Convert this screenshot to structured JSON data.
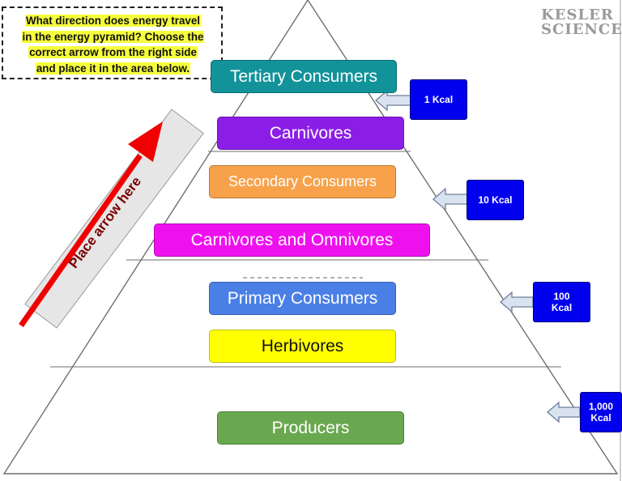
{
  "instruction": {
    "line1": "What direction does energy travel",
    "line2": "in the energy pyramid? Choose the",
    "line3": "correct arrow from the right side",
    "line4": "and place it in the area below."
  },
  "logo": {
    "line1": "KESLER",
    "line2": "SCIENCE"
  },
  "place_label": "Place arrow here",
  "levels": [
    {
      "label": "Tertiary Consumers",
      "color": "#12939a"
    },
    {
      "label": "Carnivores",
      "color": "#8b1ee6"
    },
    {
      "label": "Secondary Consumers",
      "color": "#f7a24b"
    },
    {
      "label": "Carnivores and Omnivores",
      "color": "#ee11ee"
    },
    {
      "label": "Primary Consumers",
      "color": "#4a7fe6"
    },
    {
      "label": "Herbivores",
      "color": "#ffff00"
    },
    {
      "label": "Producers",
      "color": "#6aa84f"
    }
  ],
  "energy_labels": [
    {
      "line1": "1 Kcal",
      "line2": ""
    },
    {
      "line1": "10 Kcal",
      "line2": ""
    },
    {
      "line1": "100",
      "line2": "Kcal"
    },
    {
      "line1": "1,000",
      "line2": "Kcal"
    }
  ],
  "colors": {
    "kcal_box": "#0000ee",
    "big_arrow": "#f00000",
    "arrow_fill": "#d9e3f0"
  }
}
